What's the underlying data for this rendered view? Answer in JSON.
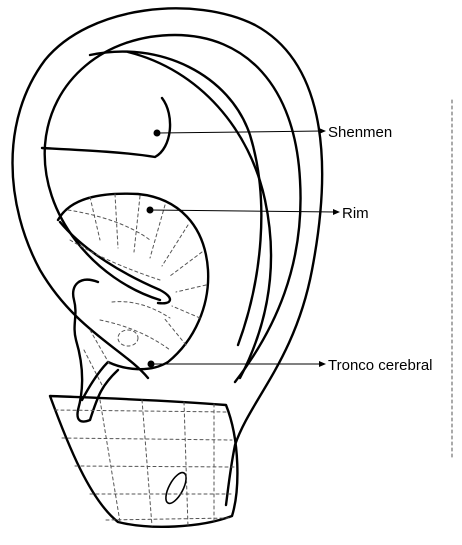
{
  "points": [
    {
      "id": "shenmen",
      "label": "Shenmen"
    },
    {
      "id": "rim",
      "label": "Rim"
    },
    {
      "id": "tronco-cerebral",
      "label": "Tronco cerebral"
    }
  ],
  "colors": {
    "line": "#000000",
    "background": "#ffffff"
  }
}
